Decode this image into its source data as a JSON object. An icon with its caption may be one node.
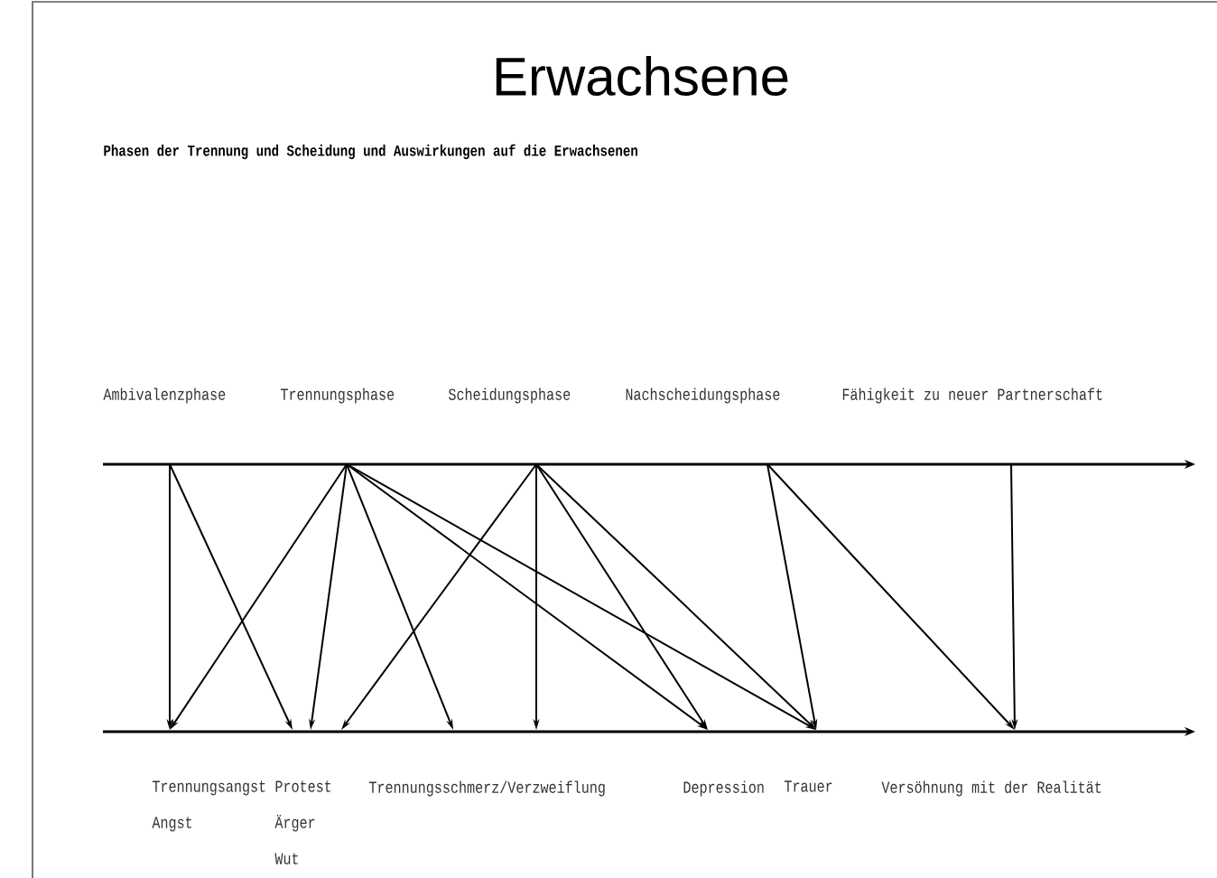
{
  "diagram": {
    "title": "Erwachsene",
    "nodes": [
      {
        "text": [
          "Ambivalenzphase"
        ]
      },
      {
        "text": [
          "Trennungsphase"
        ]
      },
      {
        "text": [
          "Scheidungsphase"
        ]
      },
      {
        "text": [
          "Nachscheidungsphase"
        ]
      },
      {
        "text": [
          "Fähigkeit zu neuer Partnerschaft"
        ]
      },
      {
        "text": [
          "Trennungsangst",
          "Angst"
        ]
      },
      {
        "text": [
          "Protest",
          "Ärger",
          "Wut"
        ]
      },
      {
        "text": [
          "Trennungsschmerz/Verzweiflung"
        ]
      },
      {
        "text": [
          "Depression"
        ]
      },
      {
        "text": [
          "Trauer"
        ]
      },
      {
        "text": [
          "Versöhnung mit der Realität"
        ]
      }
    ],
    "edges": [
      {
        "from": 0,
        "to": 5,
        "arrow": "to"
      },
      {
        "from": 0,
        "to": 6,
        "arrow": "to"
      },
      {
        "from": 1,
        "to": 5,
        "arrow": "to"
      },
      {
        "from": 1,
        "to": 6,
        "arrow": "to"
      },
      {
        "from": 1,
        "to": 7,
        "arrow": "to"
      },
      {
        "from": 1,
        "to": 8,
        "arrow": "to"
      },
      {
        "from": 1,
        "to": 9,
        "arrow": "to"
      },
      {
        "from": 2,
        "to": 6,
        "arrow": "to"
      },
      {
        "from": 2,
        "to": 7,
        "arrow": "to"
      },
      {
        "from": 2,
        "to": 8,
        "arrow": "to"
      },
      {
        "from": 2,
        "to": 9,
        "arrow": "to"
      },
      {
        "from": 3,
        "to": 9,
        "arrow": "to"
      },
      {
        "from": 3,
        "to": 10,
        "arrow": "to"
      },
      {
        "from": 4,
        "to": 10,
        "arrow": "to"
      }
    ],
    "labels": [
      "Phasen der Trennung und Scheidung und Auswirkungen auf die Erwachsenen"
    ]
  }
}
